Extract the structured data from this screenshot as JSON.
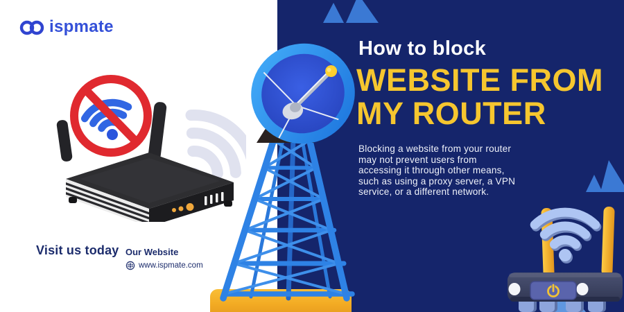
{
  "meta": {
    "type": "promotional-banner",
    "size": "900x450"
  },
  "brand": {
    "name": "ispmate",
    "logo_icon": "infinity-icon"
  },
  "headline": {
    "eyebrow": "How to block",
    "title": "WEBSITE FROM\nMY ROUTER",
    "body": "Blocking a website from your router\nmay not prevent users from\naccessing it through other means,\nsuch as using a proxy server, a VPN\nservice, or a different network."
  },
  "footer": {
    "visit": "Visit us today",
    "website_label": "Our Website",
    "website_url": "www.ispmate.com",
    "website_icon": "globe-icon"
  },
  "illustrations": {
    "left": "blocked-wifi-router-3d",
    "center": "satellite-dish-signal-tower-3d",
    "bottom_right": "router-with-antennas-3d",
    "decorations": "blue-mountain-triangles"
  },
  "colors": {
    "panel_navy": "#15256B",
    "accent_yellow": "#F6C62F",
    "brand_blue": "#3450D8",
    "alert_red": "#E0292F",
    "tower_blue": "#2E82E5",
    "decor_blue": "#3B79D4",
    "wifi_gray": "#E0E2EF",
    "wifi_periwinkle": "#AEC5F3",
    "antenna_yellow": "#F3AE2E",
    "text_navy": "#1C2C6C"
  }
}
